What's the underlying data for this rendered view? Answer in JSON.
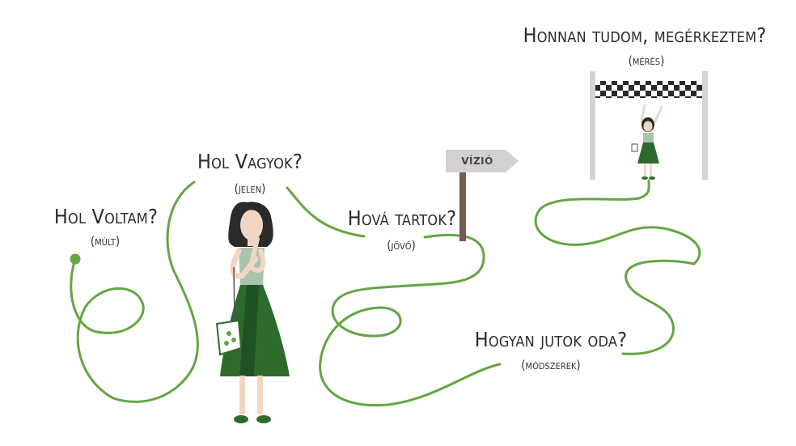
{
  "colors": {
    "path": "#64a544",
    "dress": "#2d6b2c",
    "top": "#a9c3ad",
    "sign": "#d3cfd2",
    "post": "#7a5a4c",
    "flag_dark": "#2a2a2a",
    "flag_light": "#ffffff",
    "pole": "#d4d4d4"
  },
  "stops": {
    "past": {
      "title": "Hol Voltam?",
      "subtitle": "(múlt)"
    },
    "present": {
      "title": "Hol Vagyok?",
      "subtitle": "(jelen)"
    },
    "future": {
      "title": "Hová tartok?",
      "subtitle": "(jövő)"
    },
    "methods": {
      "title": "Hogyan jutok oda?",
      "subtitle": "(módszerek)"
    },
    "measure": {
      "title": "Honnan tudom, megérkeztem?",
      "subtitle": "(mérés)"
    }
  },
  "signpost": {
    "label": "VÍZIÓ"
  },
  "icons": {
    "finish_flag": "checkered-finish-banner-icon",
    "woman_thinking": "thinking-woman-figure",
    "woman_celebrating": "celebrating-woman-figure"
  }
}
